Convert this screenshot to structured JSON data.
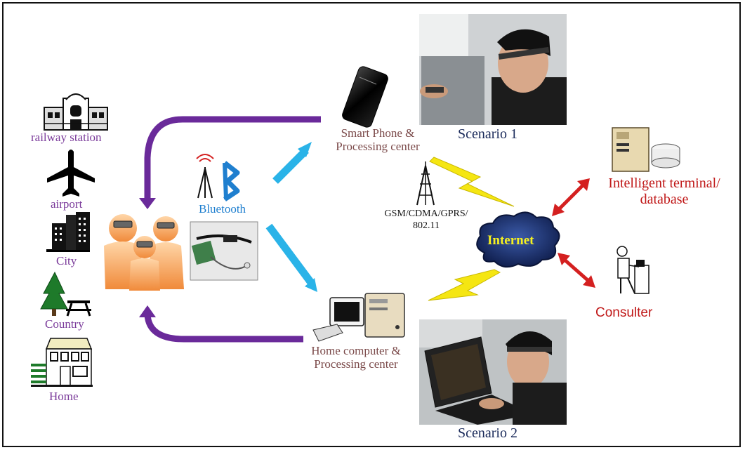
{
  "locations": {
    "railway_station": "railway station",
    "airport": "airport",
    "city": "City",
    "country": "Country",
    "home": "Home"
  },
  "bluetooth": "Bluetooth",
  "smart_phone": [
    "Smart Phone &",
    "Processing center"
  ],
  "home_computer": [
    "Home computer &",
    "Processing center"
  ],
  "network": [
    "GSM/CDMA/GPRS/",
    "802.11"
  ],
  "internet": "Internet",
  "intelligent_terminal": [
    "Intelligent terminal/",
    "database"
  ],
  "consulter": "Consulter",
  "scenario1": "Scenario 1",
  "scenario2": "Scenario 2",
  "colors": {
    "purple_arrow": "#6a2a9a",
    "blue_arrow": "#2ab3e8",
    "red_arrow": "#d42020",
    "lightning": "#f5e612",
    "cloud": "#1b2f6e"
  }
}
